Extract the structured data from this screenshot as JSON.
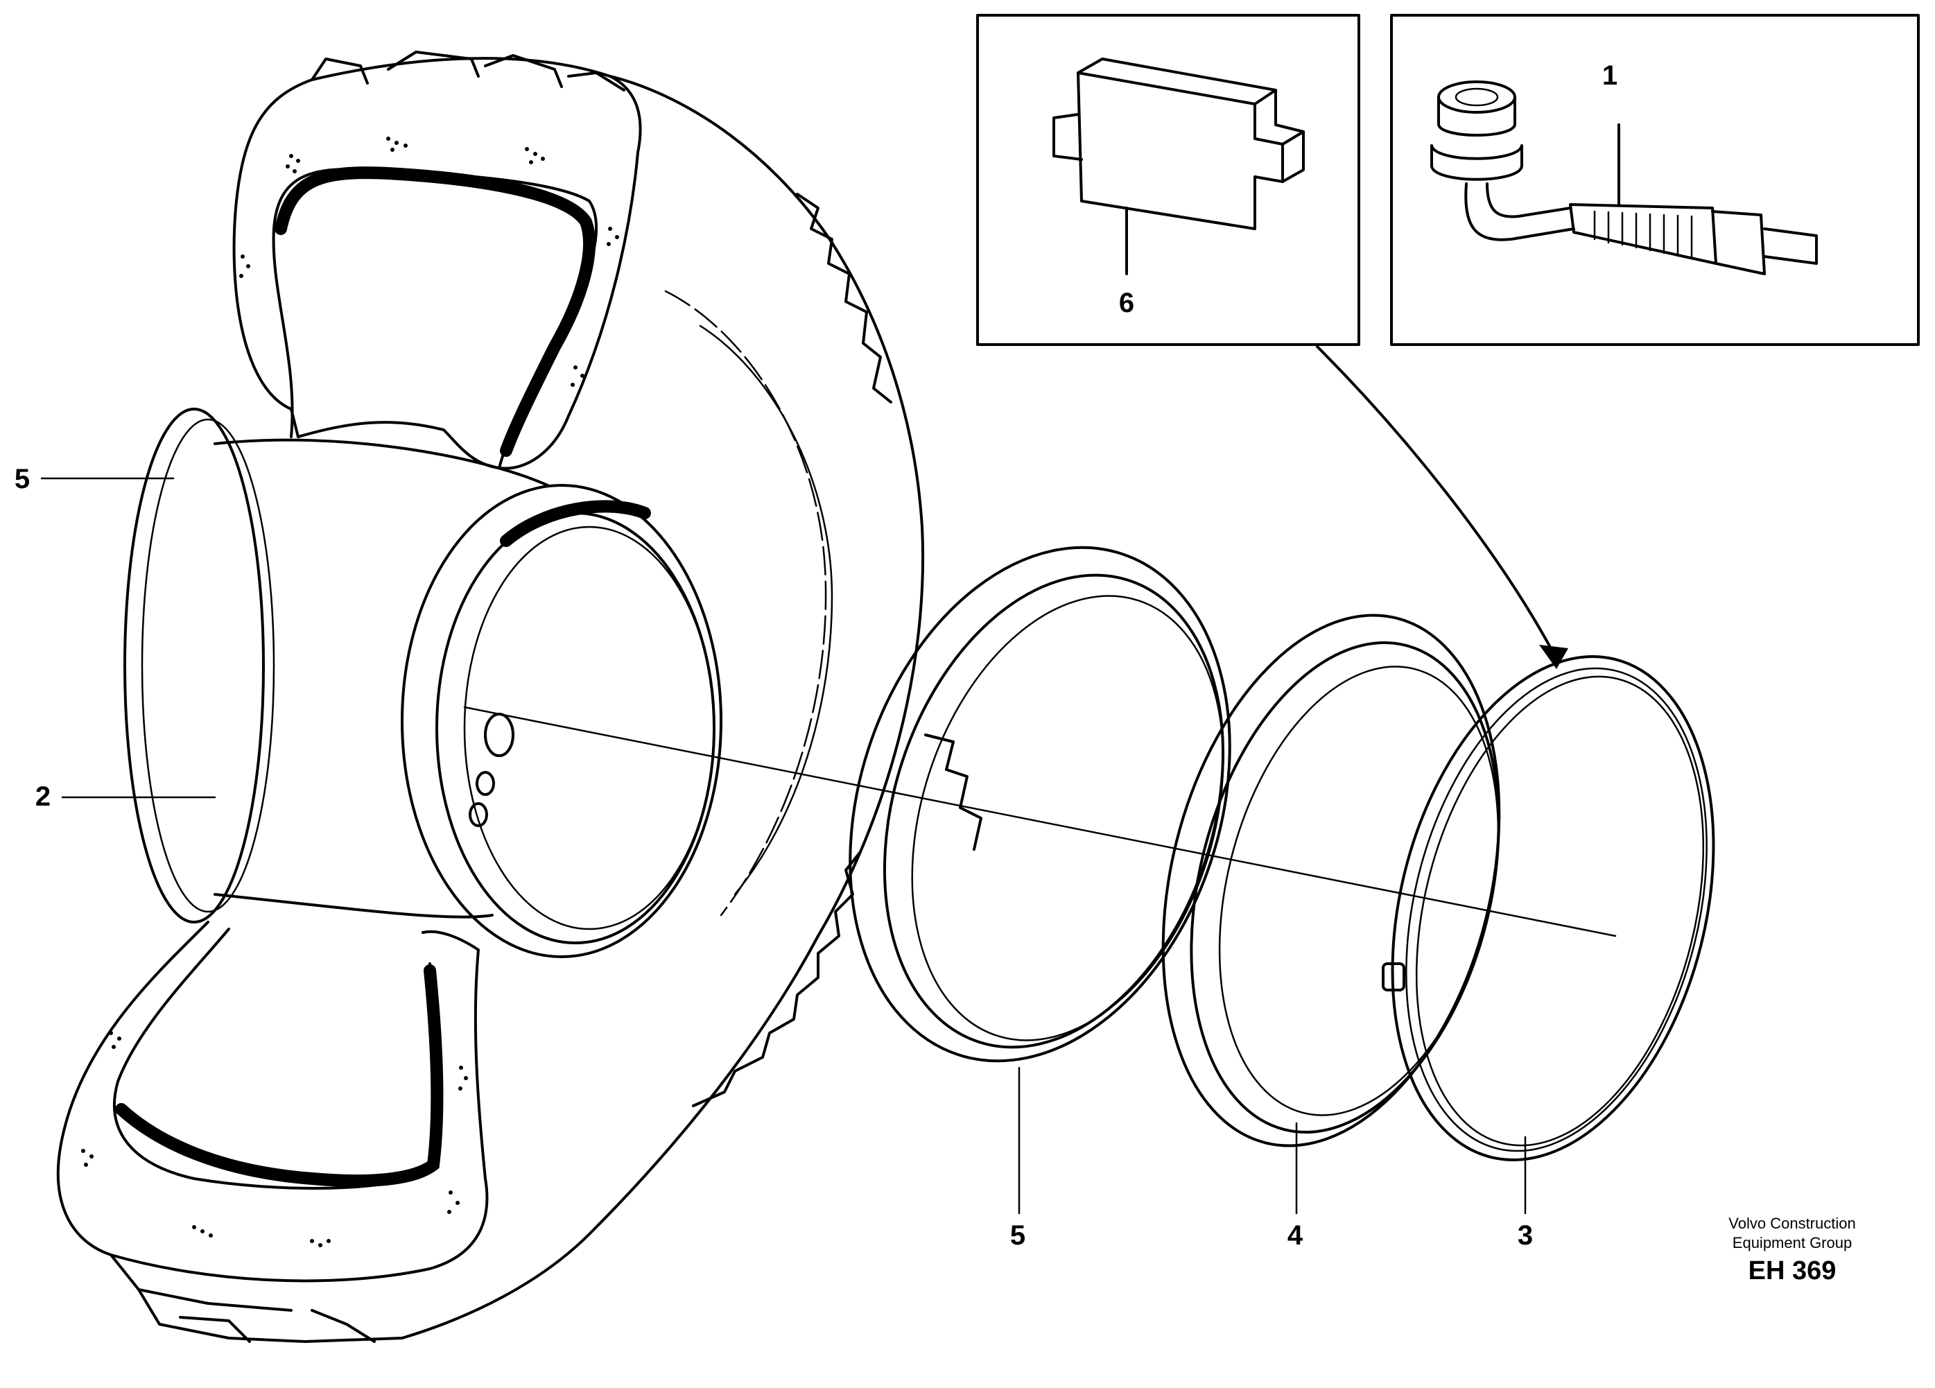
{
  "callouts": {
    "part1": "1",
    "part2": "2",
    "part3": "3",
    "part4": "4",
    "part5_left": "5",
    "part5_bottom": "5",
    "part6": "6"
  },
  "credit": {
    "line1": "Volvo Construction",
    "line2": "Equipment Group",
    "code": "EH 369"
  }
}
